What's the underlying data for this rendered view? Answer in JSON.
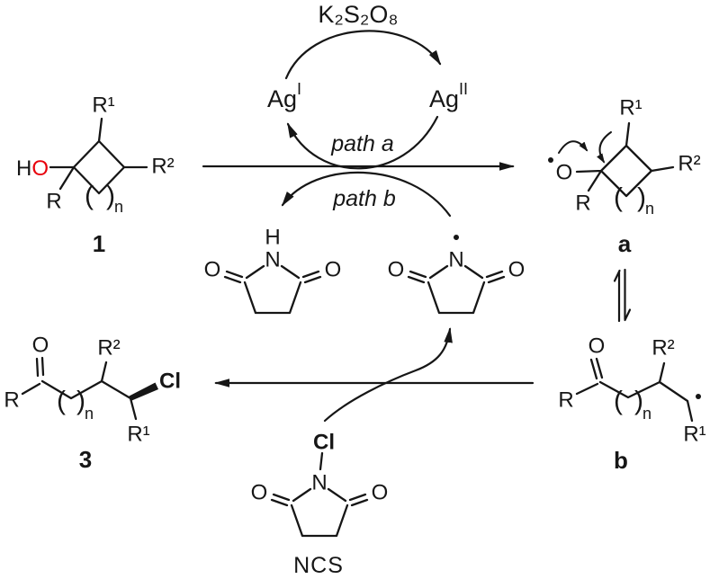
{
  "colors": {
    "oxygen": "#e8000b",
    "chlorine": "#2b4fe0",
    "ink": "#161616"
  },
  "cycle": {
    "oxidant": "K₂S₂O₈",
    "ag_reduced": {
      "symbol": "Ag",
      "state": "I"
    },
    "ag_oxidized": {
      "symbol": "Ag",
      "state": "II"
    },
    "path_a": "path a",
    "path_b": "path b"
  },
  "compound1": {
    "label": "1",
    "ho_h": "H",
    "ho_o": "O",
    "r": "R",
    "r1": "R¹",
    "r2": "R²",
    "paren_open": "(",
    "paren_close": ")",
    "n": "n"
  },
  "compoundA": {
    "label": "a",
    "o": "O",
    "r": "R",
    "r1": "R¹",
    "r2": "R²",
    "paren_open": "(",
    "paren_close": ")",
    "n": "n"
  },
  "compoundB": {
    "label": "b",
    "o": "O",
    "r": "R",
    "r1": "R¹",
    "r2": "R²",
    "paren_open": "(",
    "paren_close": ")",
    "n": "n"
  },
  "compound3": {
    "label": "3",
    "o": "O",
    "cl": "Cl",
    "r": "R",
    "r1": "R¹",
    "r2": "R²",
    "paren_open": "(",
    "paren_close": ")",
    "n": "n"
  },
  "succinimide_nh": {
    "h": "H",
    "n": "N",
    "o_left": "O",
    "o_right": "O"
  },
  "succinimide_radical": {
    "n": "N",
    "o_left": "O",
    "o_right": "O"
  },
  "ncs": {
    "cl": "Cl",
    "n": "N",
    "o_left": "O",
    "o_right": "O",
    "label": "NCS"
  }
}
